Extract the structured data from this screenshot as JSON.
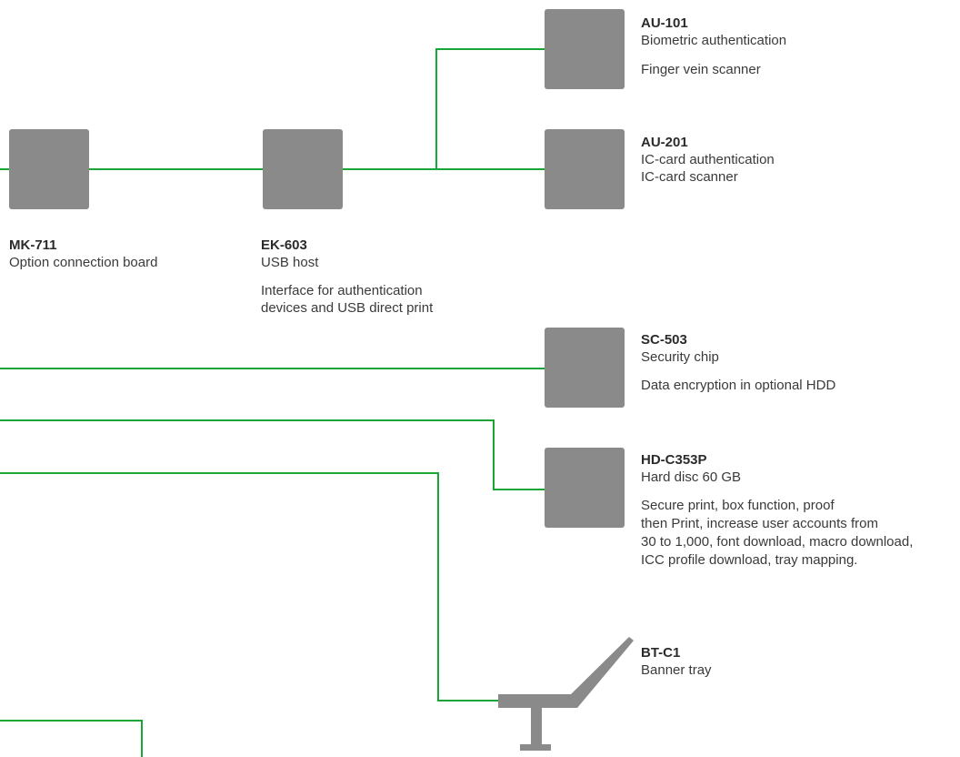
{
  "components": {
    "au101": {
      "code": "AU-101",
      "name": "Biometric authentication",
      "desc": "Finger vein scanner"
    },
    "au201": {
      "code": "AU-201",
      "name": "IC-card authentication",
      "desc": "IC-card scanner"
    },
    "mk711": {
      "code": "MK-711",
      "name": "Option connection board",
      "desc": ""
    },
    "ek603": {
      "code": "EK-603",
      "name": "USB host",
      "desc": "Interface for authentication\ndevices and USB direct print"
    },
    "sc503": {
      "code": "SC-503",
      "name": "Security chip",
      "desc": "Data encryption in optional HDD"
    },
    "hdc353p": {
      "code": "HD-C353P",
      "name": "Hard disc 60 GB",
      "desc": "Secure print, box function, proof\nthen Print, increase user accounts from\n30 to 1,000, font download, macro download,\nICC profile download, tray mapping."
    },
    "btc1": {
      "code": "BT-C1",
      "name": "Banner tray",
      "desc": ""
    }
  },
  "colors": {
    "wire": "#1aa637",
    "device": "#8a8a8a",
    "text": "#3a3a3a"
  }
}
